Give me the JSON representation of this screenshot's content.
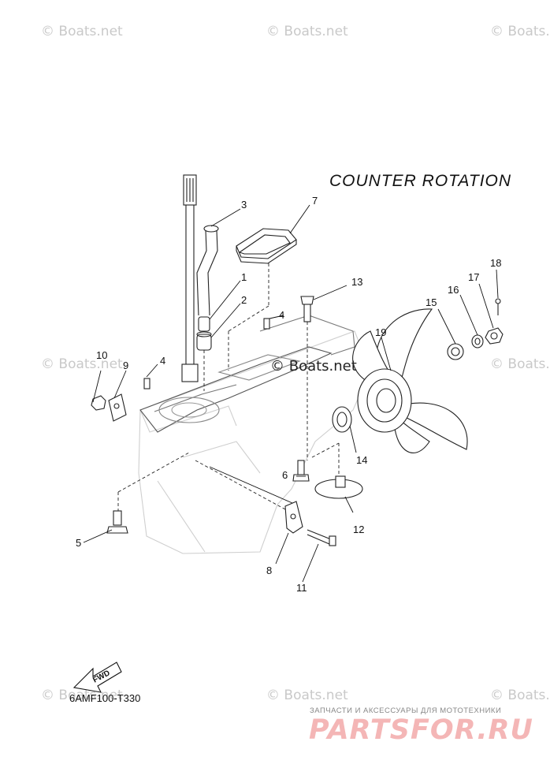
{
  "title": "COUNTER  ROTATION",
  "part_code": "6AMF100-T330",
  "fwd_label": "FWD",
  "watermark_text": "© Boats.net",
  "center_watermark": "© Boats.net",
  "brand": {
    "tagline": "ЗАПЧАСТИ И АКСЕССУАРЫ ДЛЯ МОТОТЕХНИКИ",
    "logo": "PARTSFOR.RU",
    "color": "#f4b6b6"
  },
  "callouts": [
    "1",
    "2",
    "3",
    "4",
    "4",
    "5",
    "6",
    "7",
    "8",
    "9",
    "10",
    "11",
    "12",
    "13",
    "14",
    "15",
    "16",
    "17",
    "18",
    "19"
  ]
}
